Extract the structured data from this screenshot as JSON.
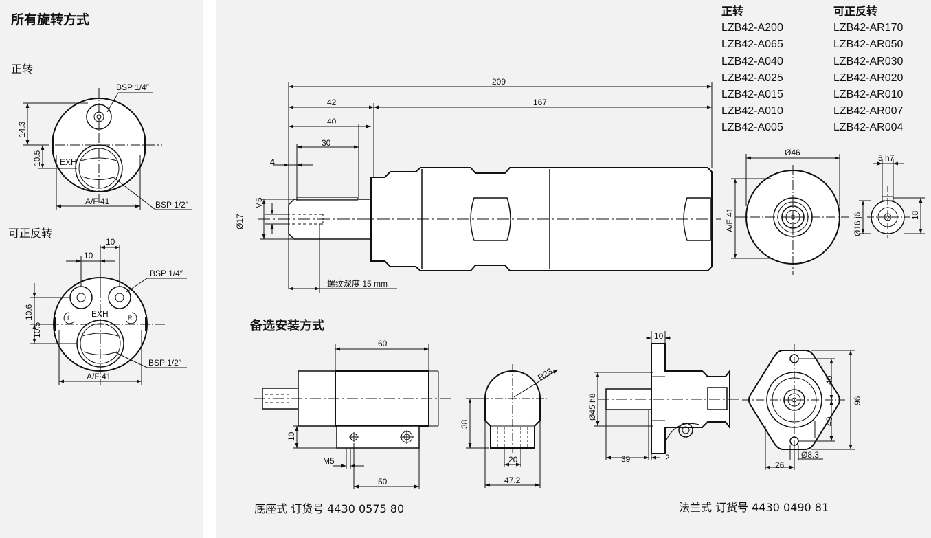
{
  "left": {
    "title": "所有旋转方式",
    "forward": {
      "label": "正转",
      "bsp_top": "BSP 1/4″",
      "bsp_bottom": "BSP 1/2″",
      "exh": "EXH",
      "af": "A/F 41",
      "dim_143": "14.3",
      "dim_105": "10.5"
    },
    "reversible": {
      "label": "可正反转",
      "dim_10_outer": "10",
      "dim_10_inner": "10",
      "dim_106": "10.6",
      "dim_105": "10.5",
      "bsp_top": "BSP 1/4″",
      "bsp_bottom": "BSP 1/2″",
      "exh": "EXH",
      "port_l": "L",
      "port_r": "R",
      "af": "A/F 41"
    }
  },
  "main": {
    "dim_209": "209",
    "dim_42": "42",
    "dim_167": "167",
    "dim_40": "40",
    "dim_30": "30",
    "dim_4": "4",
    "dim_m5": "M5",
    "dim_d17": "Ø17",
    "thread_depth": "螺纹深度 15 mm"
  },
  "models": {
    "forward_header": "正转",
    "forward": [
      "LZB42-A200",
      "LZB42-A065",
      "LZB42-A040",
      "LZB42-A025",
      "LZB42-A015",
      "LZB42-A010",
      "LZB42-A005"
    ],
    "reversible_header": "可正反转",
    "reversible": [
      "LZB42-AR170",
      "LZB42-AR050",
      "LZB42-AR030",
      "LZB42-AR020",
      "LZB42-AR010",
      "LZB42-AR007",
      "LZB42-AR004"
    ]
  },
  "end_view": {
    "d46": "Ø46",
    "af41": "A/F 41",
    "key": "5 h7",
    "d16": "Ø16 j6",
    "h18": "18"
  },
  "mounting": {
    "title": "备选安装方式",
    "foot": {
      "dim_60": "60",
      "dim_10": "10",
      "dim_m5": "M5",
      "dim_50": "50",
      "r23": "R23",
      "dim_38": "38",
      "dim_20": "20",
      "dim_472": "47.2",
      "caption": "底座式 订货号 4430 0575 80"
    },
    "flange": {
      "dim_10": "10",
      "d45": "Ø45 h8",
      "dim_39": "39",
      "dim_2": "2",
      "dim_40a": "40",
      "dim_40b": "40",
      "dim_96": "96",
      "dim_26": "26",
      "d83": "Ø8.3",
      "caption": "法兰式 订货号 4430 0490 81"
    }
  }
}
